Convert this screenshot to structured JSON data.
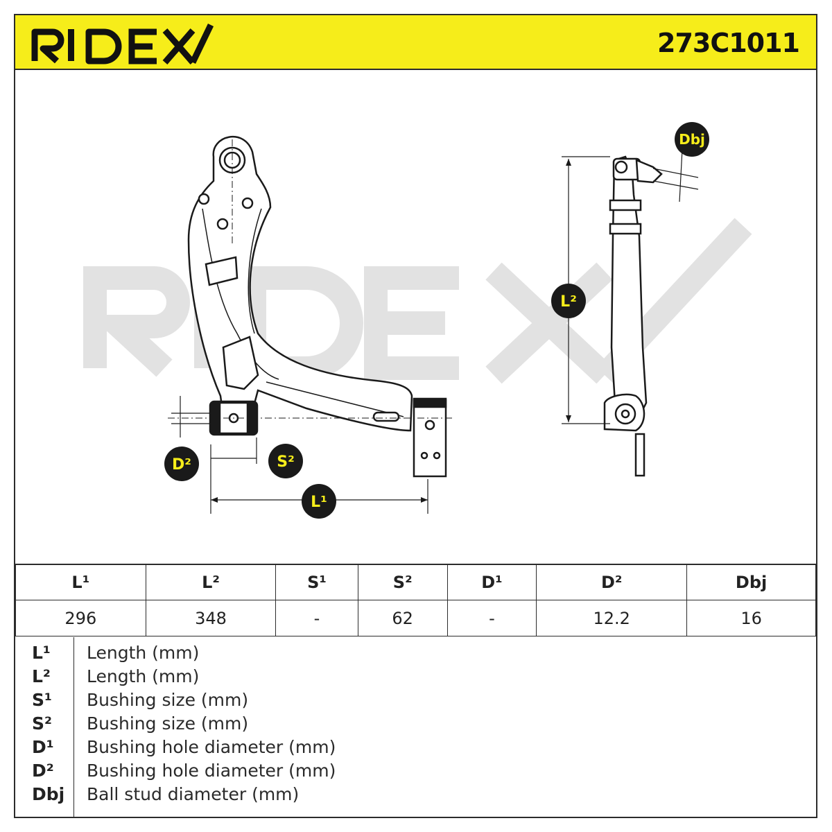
{
  "header": {
    "brand": "RIDEX",
    "part_number": "273C1011",
    "brand_color": "#f6ed1a"
  },
  "drawing": {
    "watermark": "RIDEX",
    "labels": {
      "l1": "L¹",
      "l2": "L²",
      "s2": "S²",
      "d2": "D²",
      "dbj": "Dbj"
    }
  },
  "spec_table": {
    "headers": [
      "L¹",
      "L²",
      "S¹",
      "S²",
      "D¹",
      "D²",
      "Dbj"
    ],
    "values": [
      "296",
      "348",
      "-",
      "62",
      "-",
      "12.2",
      "16"
    ]
  },
  "legend": [
    {
      "key": "L¹",
      "text": "Length (mm)"
    },
    {
      "key": "L²",
      "text": "Length (mm)"
    },
    {
      "key": "S¹",
      "text": "Bushing size (mm)"
    },
    {
      "key": "S²",
      "text": "Bushing size (mm)"
    },
    {
      "key": "D¹",
      "text": "Bushing hole diameter (mm)"
    },
    {
      "key": "D²",
      "text": "Bushing hole diameter (mm)"
    },
    {
      "key": "Dbj",
      "text": "Ball stud diameter (mm)"
    }
  ]
}
